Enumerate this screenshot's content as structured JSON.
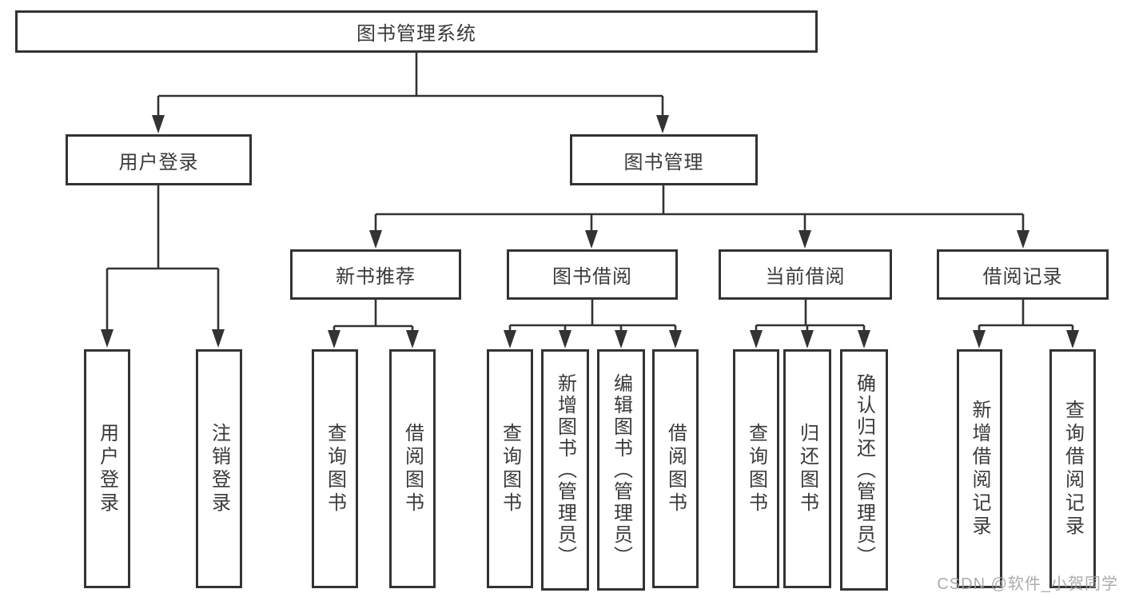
{
  "diagram": {
    "root": {
      "label": "图书管理系统"
    },
    "user_branch": {
      "label": "用户登录",
      "children": [
        {
          "label": "用户登录"
        },
        {
          "label": "注销登录"
        }
      ]
    },
    "book_branch": {
      "label": "图书管理",
      "sections": [
        {
          "label": "新书推荐",
          "children": [
            {
              "label": "查询图书"
            },
            {
              "label": "借阅图书"
            }
          ]
        },
        {
          "label": "图书借阅",
          "children": [
            {
              "label": "查询图书"
            },
            {
              "label": "新增图书（管理员）"
            },
            {
              "label": "编辑图书（管理员）"
            },
            {
              "label": "借阅图书"
            }
          ]
        },
        {
          "label": "当前借阅",
          "children": [
            {
              "label": "查询图书"
            },
            {
              "label": "归还图书"
            },
            {
              "label": "确认归还（管理员）"
            }
          ]
        },
        {
          "label": "借阅记录",
          "children": [
            {
              "label": "新增借阅记录"
            },
            {
              "label": "查询借阅记录"
            }
          ]
        }
      ]
    },
    "watermark": "CSDN @软件_小贺同学",
    "colors": {
      "line": "#333333",
      "box_border": "#333333",
      "text": "#3a3a3a",
      "watermark": "#a0a0a0",
      "background": "#ffffff"
    }
  }
}
